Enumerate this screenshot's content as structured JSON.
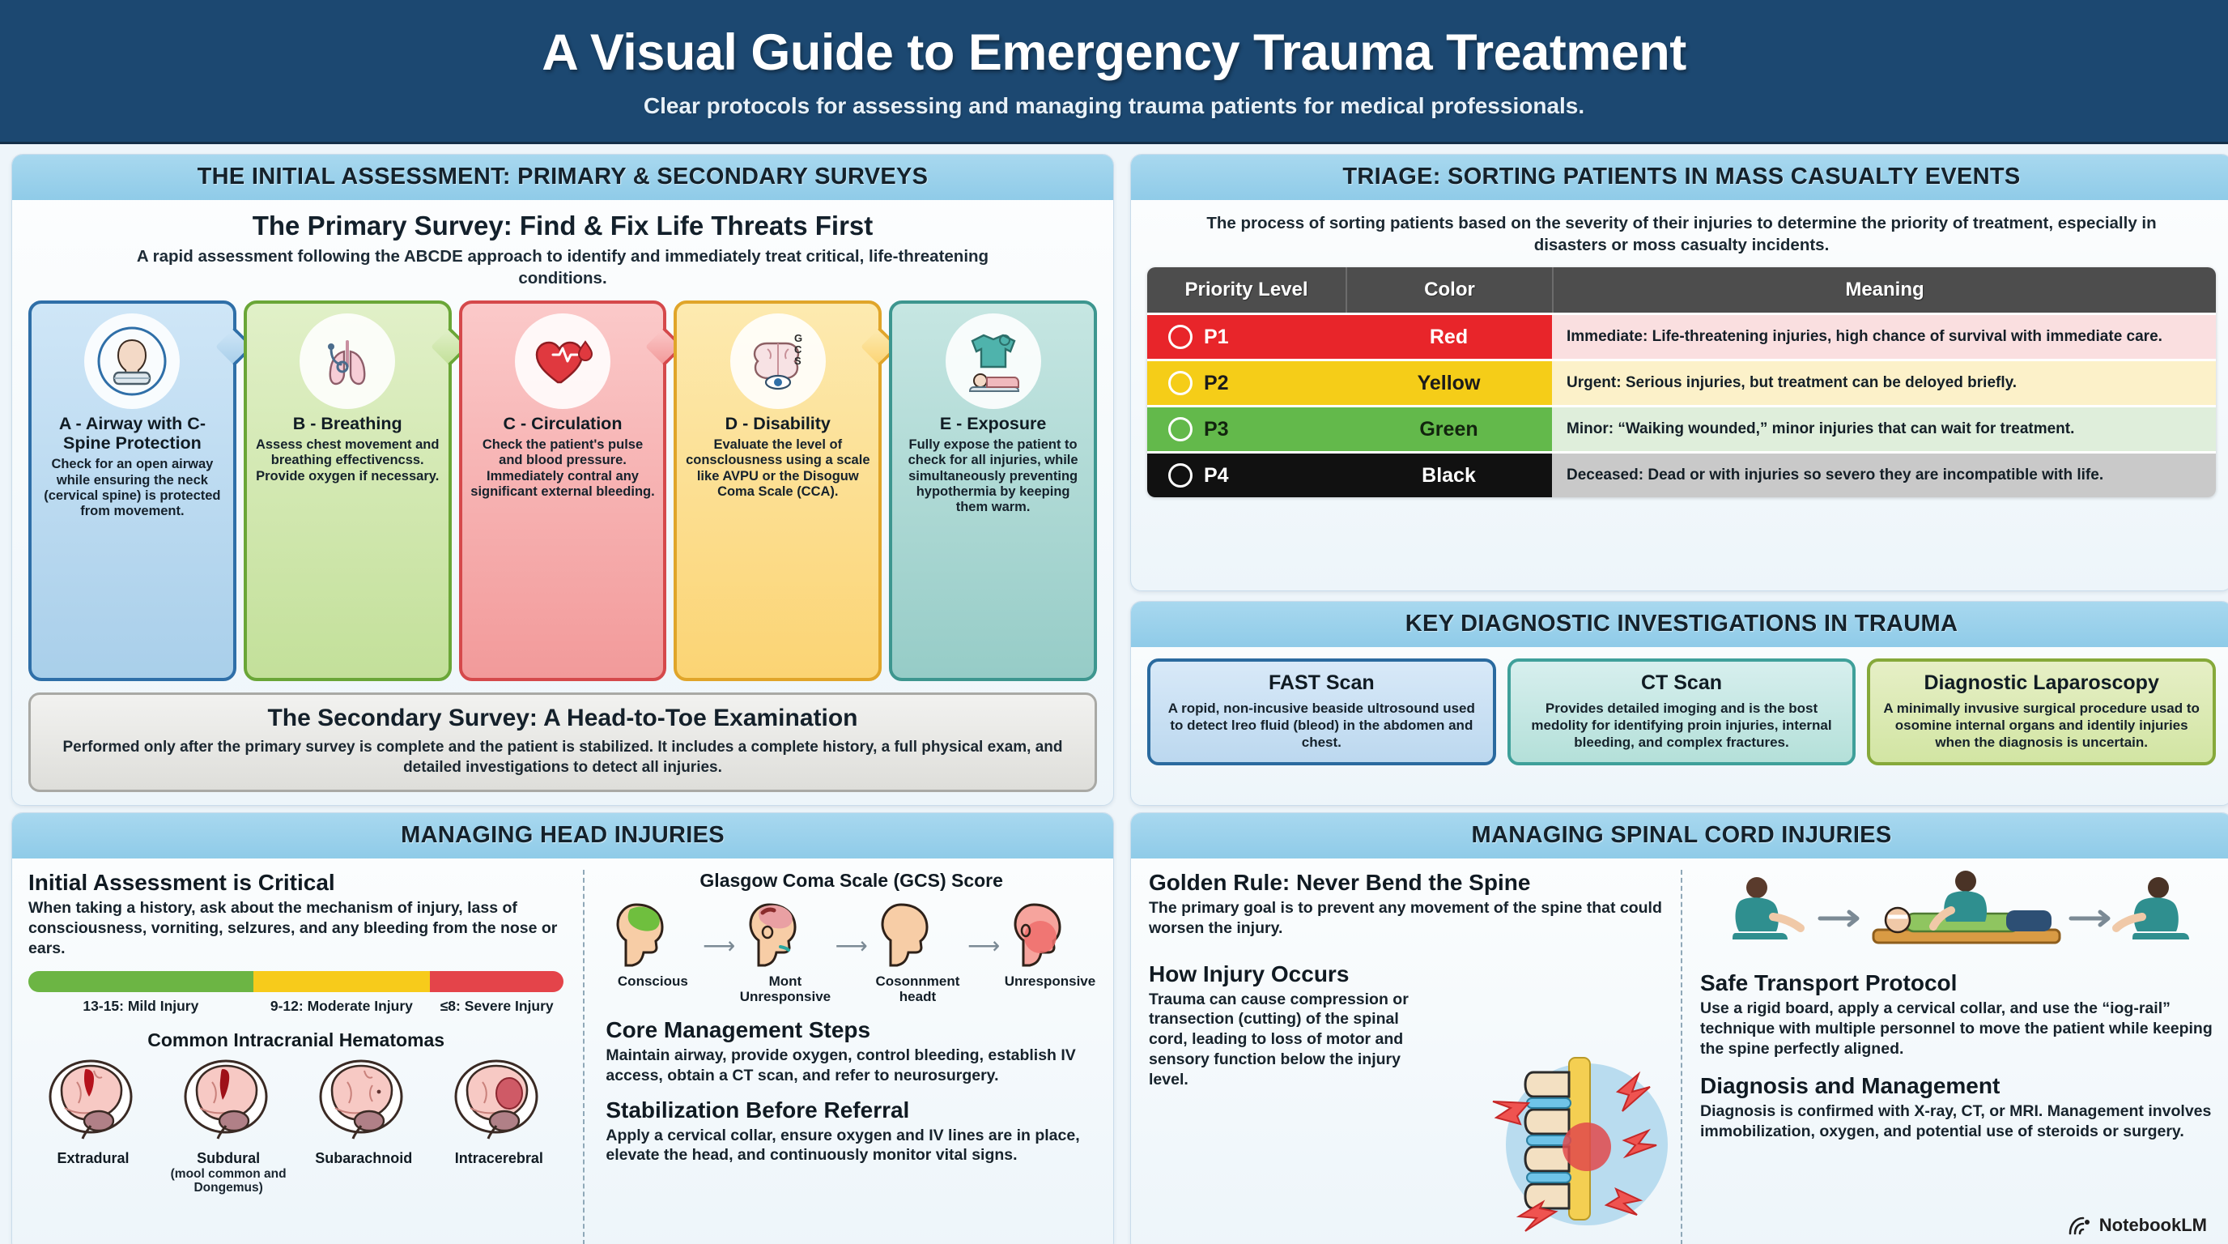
{
  "header": {
    "title": "A Visual Guide to Emergency Trauma Treatment",
    "subtitle": "Clear protocols for assessing and managing trauma patients for medical professionals."
  },
  "initial_assessment": {
    "panel_title": "THE INITIAL ASSESSMENT: PRIMARY & SECONDARY SURVEYS",
    "primary_title": "The Primary Survey: Find & Fix Life Threats First",
    "primary_subtitle": "A rapid assessment following the ABCDE approach to identify and immediately treat critical, life-threatening conditions.",
    "steps": [
      {
        "letter": "A",
        "title": "A - Airway with C-Spine Protection",
        "desc": "Check for an open airway while ensuring the neck (cervical spine) is protected from movement.",
        "icon": "neck-collar-icon",
        "color": "#2f6fa8"
      },
      {
        "letter": "B",
        "title": "B - Breathing",
        "desc": "Assess chest movement and breathing effectivencss. Provide oxygen if necessary.",
        "icon": "lungs-stethoscope-icon",
        "color": "#6aa637"
      },
      {
        "letter": "C",
        "title": "C - Circulation",
        "desc": "Check the patient's pulse and blood pressure. Immediately contral any significant external bleeding.",
        "icon": "heart-blood-drop-icon",
        "color": "#d5494b"
      },
      {
        "letter": "D",
        "title": "D - Disability",
        "desc": "Evaluate the level of consclousness using a scale like AVPU or the Disoguw Coma Scale (CCA).",
        "icon": "brain-gcs-eye-icon",
        "color": "#e0a52a"
      },
      {
        "letter": "E",
        "title": "E - Exposure",
        "desc": "Fully expose the patient to check for all injuries, while simultaneously preventing hypothermia by keeping them warm.",
        "icon": "patient-blanket-icon",
        "color": "#3d968f"
      }
    ],
    "secondary_title": "The Secondary Survey: A Head-to-Toe Examination",
    "secondary_desc": "Performed only after the primary survey is complete and the patient is stabilized. It includes a complete history, a full physical exam, and detailed investigations to detect all injuries."
  },
  "triage": {
    "panel_title": "TRIAGE: SORTING PATIENTS IN MASS CASUALTY EVENTS",
    "intro": "The process of sorting patients based on the severity of their injuries to determine the priority of treatment, especially in disasters or moss casualty incidents.",
    "columns": [
      "Priority Level",
      "Color",
      "Meaning"
    ],
    "rows": [
      {
        "priority": "P1",
        "color_name": "Red",
        "color_hex": "#e8252a",
        "meaning_label": "Immediate:",
        "meaning": " Life-threatening injuries, high chance of survival with immediate care."
      },
      {
        "priority": "P2",
        "color_name": "Yellow",
        "color_hex": "#f5cd18",
        "meaning_label": "Urgent:",
        "meaning": " Serious injuries, but treatment can be deloyed briefly."
      },
      {
        "priority": "P3",
        "color_name": "Green",
        "color_hex": "#63b94b",
        "meaning_label": "Minor:",
        "meaning": " “Waiking wounded,” minor injuries that can wait for treatment."
      },
      {
        "priority": "P4",
        "color_name": "Black",
        "color_hex": "#111111",
        "meaning_label": "Deceased:",
        "meaning": " Dead or with injuries so severo they are incompatible with life."
      }
    ]
  },
  "diagnostics": {
    "panel_title": "KEY DIAGNOSTIC INVESTIGATIONS IN TRAUMA",
    "cards": [
      {
        "title": "FAST Scan",
        "desc": "A ropid, non-incusive beaside ultrosound used to detect lreo fluid (bleod) in the abdomen and chest."
      },
      {
        "title": "CT Scan",
        "desc": "Provides detailed imoging and is the bost medolity for identifying proin injuries, internal bleeding, and complex fractures."
      },
      {
        "title": "Diagnostic Laparoscopy",
        "desc": "A minimally invusive surgical procedure usad to osomine internal organs and identily injuries when the diagnosis is uncertain."
      }
    ]
  },
  "head_injuries": {
    "panel_title": "MANAGING HEAD INJURIES",
    "initial_title": "Initial Assessment is Critical",
    "initial_desc": "When taking a history, ask about the mechanism of injury, lass of consciousness, vorniting, selzures, and any bleeding from the nose or ears.",
    "severity_bar": [
      {
        "label": "13-15: Mild Injury",
        "color": "#6cb544",
        "width": 42
      },
      {
        "label": "9-12: Moderate Injury",
        "color": "#f7cb1b",
        "width": 33
      },
      {
        "label": "≤8: Severe Injury",
        "color": "#e4444a",
        "width": 25
      }
    ],
    "hematoma_title": "Common Intracranial Hematomas",
    "hematomas": [
      {
        "name": "Extradural",
        "note": ""
      },
      {
        "name": "Subdural",
        "note": "(mool common and Dongemus)"
      },
      {
        "name": "Subarachnoid",
        "note": ""
      },
      {
        "name": "Intracerebral",
        "note": ""
      }
    ],
    "gcs_title": "Glasgow Coma Scale (GCS) Score",
    "gcs_stages": [
      {
        "label": "Conscious",
        "tint": "#7cc24a"
      },
      {
        "label": "Mont Unresponsive",
        "tint": "#e79a9a"
      },
      {
        "label": "Cosonnment headt",
        "tint": "#f6c79f"
      },
      {
        "label": "Unresponsive",
        "tint": "#f07a72"
      }
    ],
    "core_title": "Core Management Steps",
    "core_desc": "Maintain airway, provide oxygen, control bleeding, establish IV access, obtain a CT scan, and refer to neurosurgery.",
    "stab_title": "Stabilization Before Referral",
    "stab_desc": "Apply a cervical collar, ensure oxygen and IV lines are in place, elevate the head, and continuously monitor vital signs."
  },
  "spinal": {
    "panel_title": "MANAGING SPINAL CORD INJURIES",
    "golden_title": "Golden Rule: Never Bend the Spine",
    "golden_desc": "The primary goal is to prevent any movement of the spine that could worsen the injury.",
    "how_title": "How Injury Occurs",
    "how_desc": "Trauma can cause compression or transection (cutting) of the spinal cord, leading to loss of motor and sensory function below the injury level.",
    "transport_title": "Safe Transport Protocol",
    "transport_desc": "Use a rigid board, apply a cervical collar, and use the “iog-rail” technique with multiple personnel to move the patient while keeping the spine perfectly aligned.",
    "diag_title": "Diagnosis and Management",
    "diag_desc": "Diagnosis is confirmed with X-ray, CT, or MRI. Management involves immobilization, oxygen, and potential use of steroids or surgery."
  },
  "footer": {
    "brand": "NotebookLM"
  }
}
